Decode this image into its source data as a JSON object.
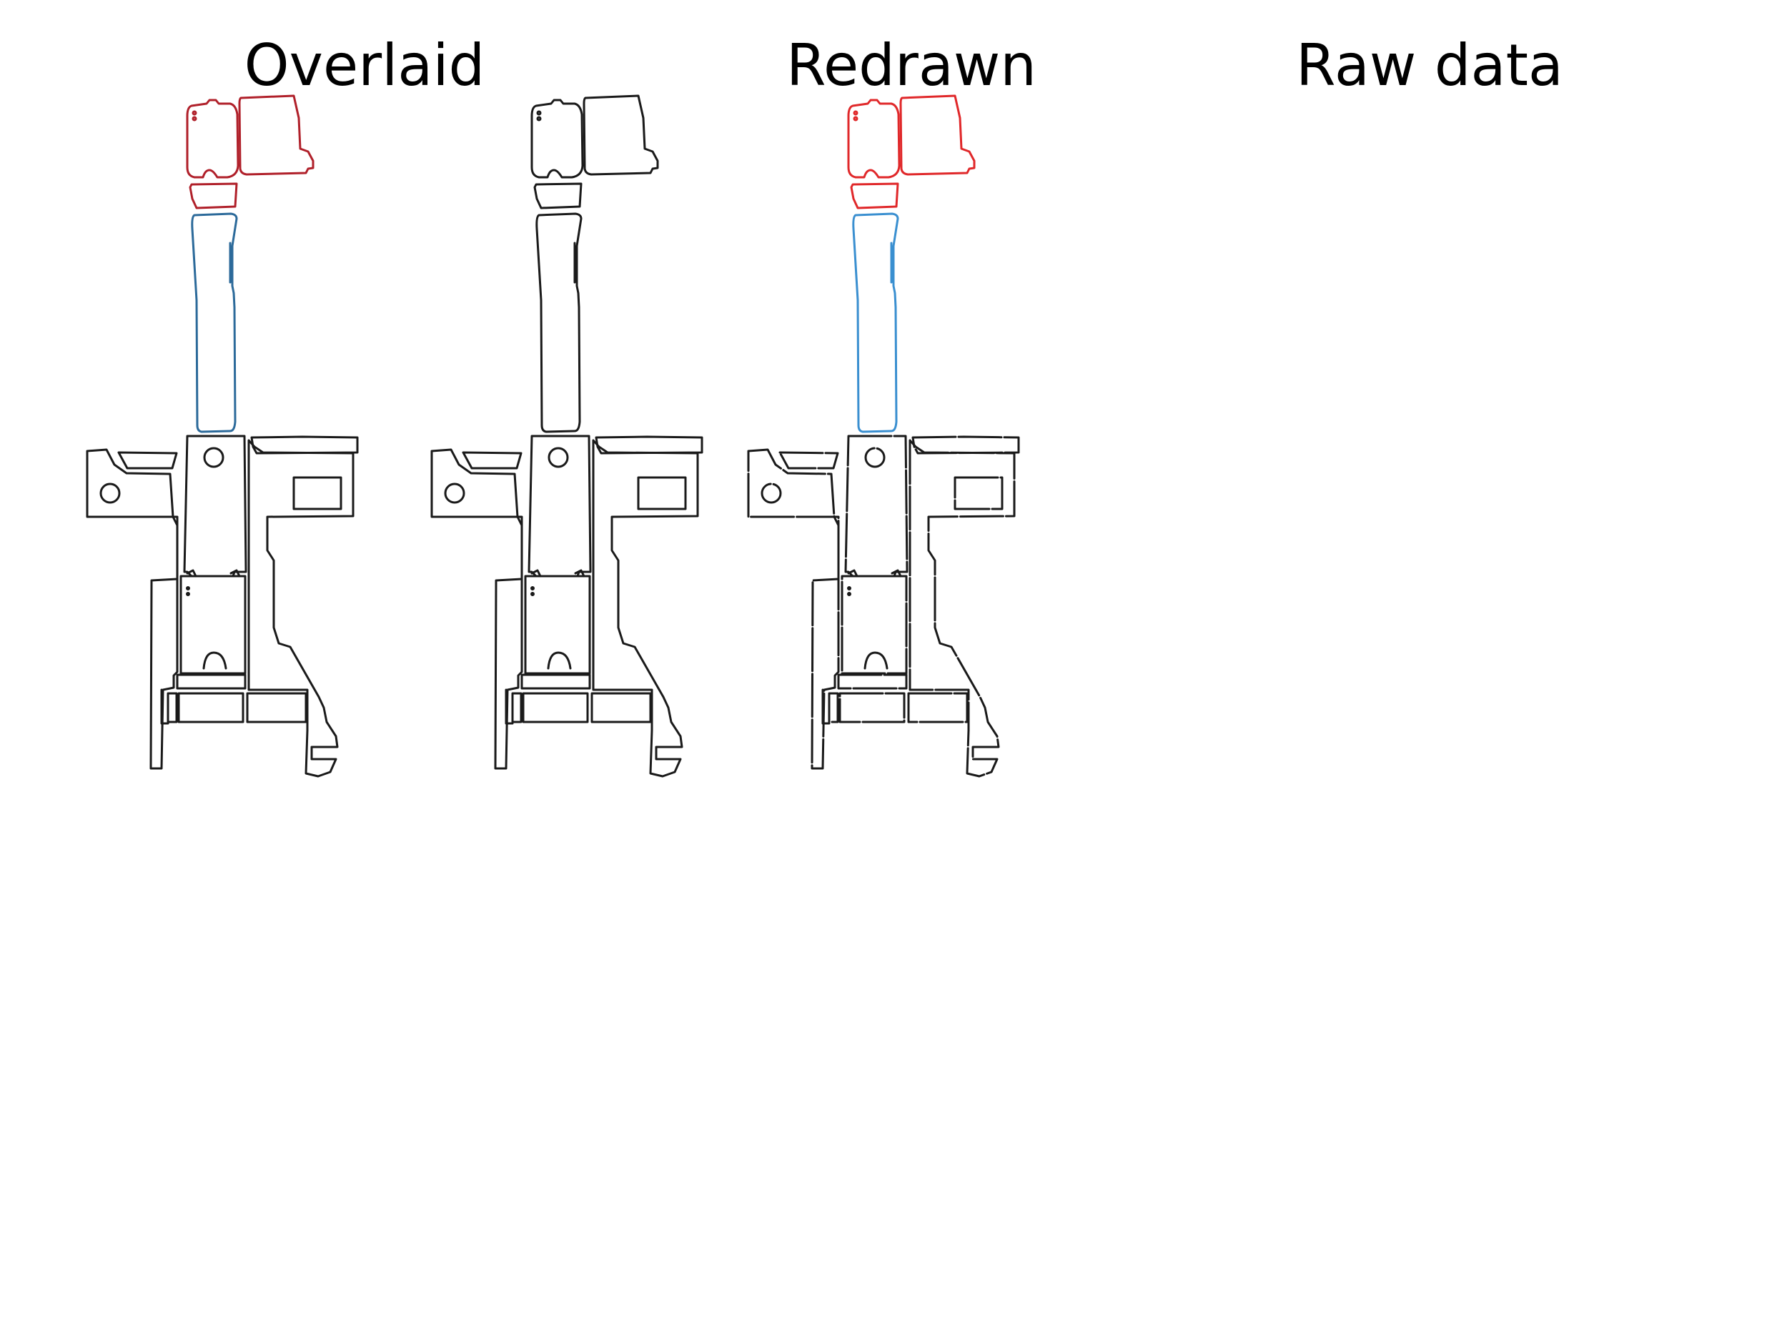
{
  "titles": [
    "Overlaid",
    "Redrawn",
    "Raw data"
  ],
  "colors": {
    "overlaid": {
      "top": "#b0202a",
      "column": "#2c6a9a",
      "base": "#1a1a1a"
    },
    "redrawn": {
      "top": "#1a1a1a",
      "column": "#1a1a1a",
      "base": "#1a1a1a"
    },
    "raw": {
      "top": "#e0282a",
      "column": "#3a8fd0",
      "base": "#1a1a1a"
    }
  }
}
